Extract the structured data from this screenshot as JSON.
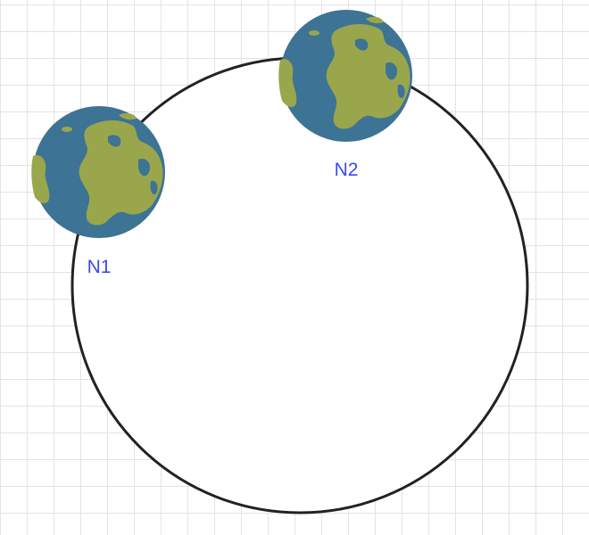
{
  "diagram": {
    "ring": {
      "stroke_color": "#222222",
      "fill_color": "#ffffff"
    },
    "globe_colors": {
      "ocean": "#3d7394",
      "land": "#9aa64c"
    },
    "nodes": [
      {
        "id": "n1",
        "label": "N1",
        "icon": "earth-globe-icon"
      },
      {
        "id": "n2",
        "label": "N2",
        "icon": "earth-globe-icon"
      }
    ],
    "label_color": "#3a49f2"
  }
}
